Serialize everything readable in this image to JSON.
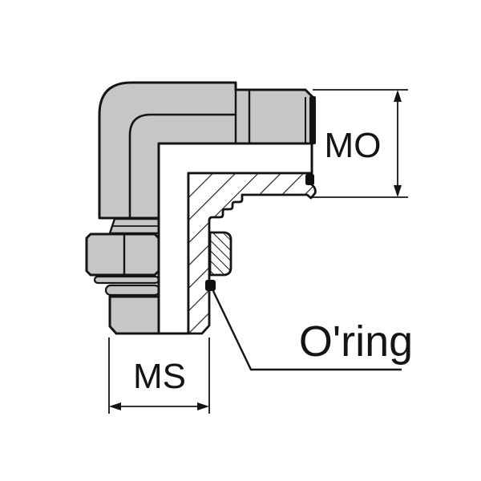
{
  "drawing": {
    "subject": "90-degree elbow fitting cross-section",
    "labels": {
      "mo": "MO",
      "ms": "MS",
      "oring": "O'ring"
    },
    "colors": {
      "body_fill": "#c6c6c6",
      "outline": "#141414",
      "background": "#ffffff",
      "seal": "#101010"
    }
  }
}
